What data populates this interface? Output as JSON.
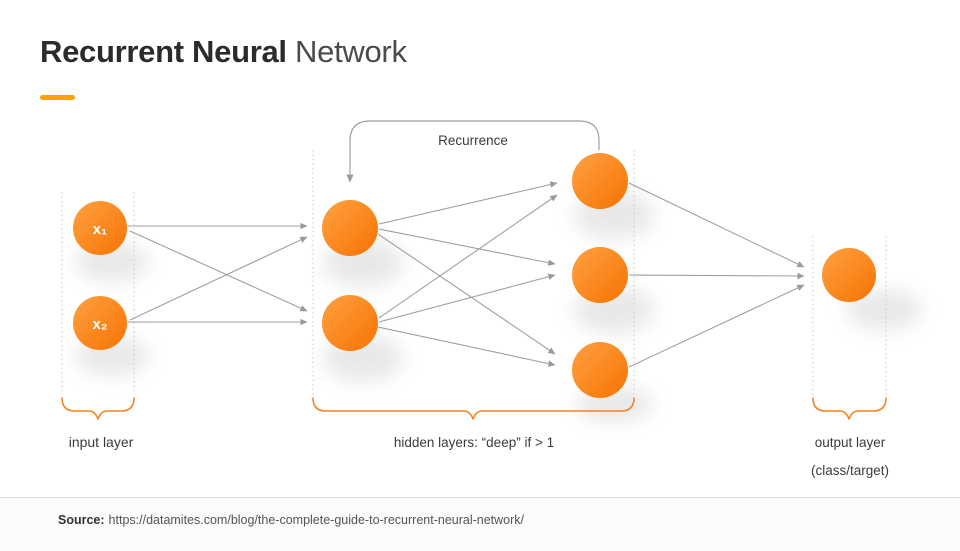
{
  "title": {
    "bold": "Recurrent Neural",
    "light": " Network"
  },
  "diagram": {
    "recurrence_label": "Recurrence",
    "nodes": {
      "x1": "x₁",
      "x2": "x₂"
    },
    "labels": {
      "input": "input layer",
      "hidden": "hidden layers: “deep” if > 1",
      "output": "output layer",
      "output_sub": "(class/target)"
    }
  },
  "footer": {
    "source_label": "Source:",
    "source_url": "https://datamites.com/blog/the-complete-guide-to-recurrent-neural-network/"
  },
  "colors": {
    "accent_underline": "#FFA101",
    "node_gradient_light": "#FFA143",
    "node_gradient_dark": "#F67301",
    "brace": "#F8821F",
    "edge_line": "#9F9F9F",
    "guide_dash": "#C9C9C9",
    "title_bold": "#2B2B2B",
    "title_light": "#4A4A4A",
    "label_text": "#3B3B3B"
  }
}
